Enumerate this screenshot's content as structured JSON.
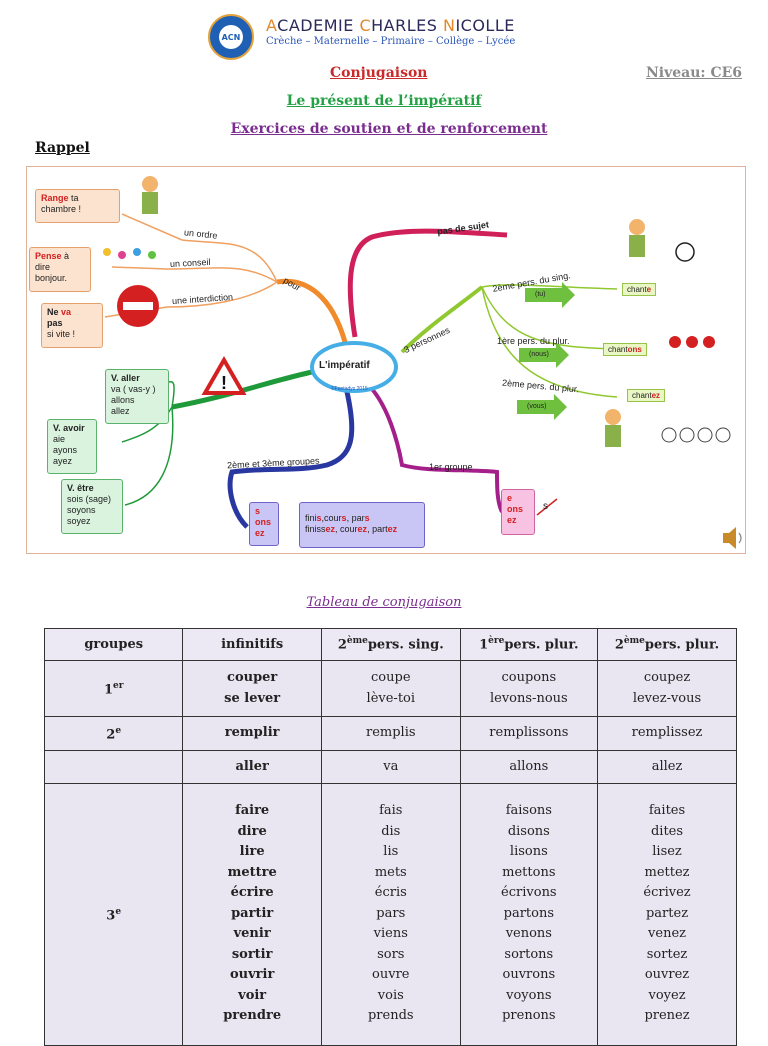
{
  "school": {
    "name_parts": [
      "A",
      "CADEMIE ",
      "C",
      "HARLES ",
      "N",
      "ICOLLE"
    ],
    "levels": "Crèche – Maternelle – Primaire – Collège – Lycée",
    "logo_text": "ACN"
  },
  "subject": "Conjugaison",
  "level": "Niveau: CE6",
  "lesson": "Le présent de l’impératif",
  "exercise_title": "Exercices de soutien et de renforcement",
  "rappel": "Rappel",
  "mindmap": {
    "center": "L'impératif",
    "watermark": "©Fantadys 2015",
    "branches": {
      "pas_de_sujet": "pas de sujet",
      "pour": "pour",
      "un_ordre": "un ordre",
      "un_conseil": "un conseil",
      "une_interdiction": "une interdiction",
      "trois_personnes": "3 personnes",
      "deux_sing": "2ème pers. du sing.",
      "une_plur": "1ère pers. du plur.",
      "deux_plur": "2ème pers. du plur.",
      "premier_groupe": "1er groupe",
      "deux_trois_groupes": "2ème et 3ème groupes"
    },
    "arrows": {
      "tu": "(tu)",
      "nous": "(nous)",
      "vous": "(vous)"
    },
    "examples": {
      "range": [
        "Range",
        " ta",
        "chambre !"
      ],
      "pense": [
        "Pense",
        " à",
        "dire",
        "bonjour."
      ],
      "neva": [
        "Ne ",
        "va",
        "pas",
        "si vite !"
      ],
      "chante": [
        "chant",
        "e"
      ],
      "chantons": [
        "chant",
        "ons"
      ],
      "chantez": [
        "chant",
        "ez"
      ]
    },
    "verbs": {
      "aller": [
        "V. aller",
        "va ( vas-y )",
        "allons",
        "allez"
      ],
      "avoir": [
        "V. avoir",
        "aie",
        "ayons",
        "ayez"
      ],
      "etre": [
        "V. être",
        "sois (sage)",
        "soyons",
        "soyez"
      ]
    },
    "endings_23": [
      "s",
      "ons",
      "ez"
    ],
    "endings_1": [
      "e",
      "ons",
      "ez"
    ],
    "crossed_s": "s",
    "finis_line1": [
      "fini",
      "s",
      ",cour",
      "s",
      ", par",
      "s"
    ],
    "finis_line2": [
      "finiss",
      "ez",
      ", cour",
      "ez",
      ", part",
      "ez"
    ],
    "speaker_icon": "speaker-icon",
    "warning_icon": "warning-icon",
    "no_entry_icon": "no-entry-icon"
  },
  "table_caption": "Tableau de conjugaison",
  "table": {
    "headers": [
      {
        "text": "groupes"
      },
      {
        "text": "infinitifs"
      },
      {
        "sup": "ème",
        "pre": "2",
        "text": "pers. sing."
      },
      {
        "sup": "ère",
        "pre": "1",
        "text": "pers. plur."
      },
      {
        "sup": "ème",
        "pre": "2",
        "text": "pers. plur."
      }
    ],
    "rows": [
      {
        "group": "1",
        "group_sup": "er",
        "infinitives": [
          "couper",
          "se lever"
        ],
        "sing2": [
          "coupe",
          "lève-toi"
        ],
        "plur1": [
          "coupons",
          "levons-nous"
        ],
        "plur2": [
          "coupez",
          "levez-vous"
        ]
      },
      {
        "group": "2",
        "group_sup": "e",
        "infinitives": [
          "remplir"
        ],
        "sing2": [
          "remplis"
        ],
        "plur1": [
          "remplissons"
        ],
        "plur2": [
          "remplissez"
        ]
      },
      {
        "group": "",
        "group_sup": "",
        "infinitives": [
          "aller"
        ],
        "sing2": [
          "va"
        ],
        "plur1": [
          "allons"
        ],
        "plur2": [
          "allez"
        ]
      },
      {
        "group": "3",
        "group_sup": "e",
        "infinitives": [
          "faire",
          "dire",
          "lire",
          "mettre",
          "écrire",
          "partir",
          "venir",
          "sortir",
          "ouvrir",
          "voir",
          "prendre"
        ],
        "sing2": [
          "fais",
          "dis",
          "lis",
          "mets",
          "écris",
          "pars",
          "viens",
          "sors",
          "ouvre",
          "vois",
          "prends"
        ],
        "plur1": [
          "faisons",
          "disons",
          "lisons",
          "mettons",
          "écrivons",
          "partons",
          "venons",
          "sortons",
          "ouvrons",
          "voyons",
          "prenons"
        ],
        "plur2": [
          "faites",
          "dites",
          "lisez",
          "mettez",
          "écrivez",
          "partez",
          "venez",
          "sortez",
          "ouvrez",
          "voyez",
          "prenez"
        ]
      }
    ]
  },
  "colors": {
    "red": "#c92a2a",
    "green": "#25a145",
    "purple": "#7a2d8f",
    "blue": "#2a57b8",
    "orange": "#e3892a"
  }
}
